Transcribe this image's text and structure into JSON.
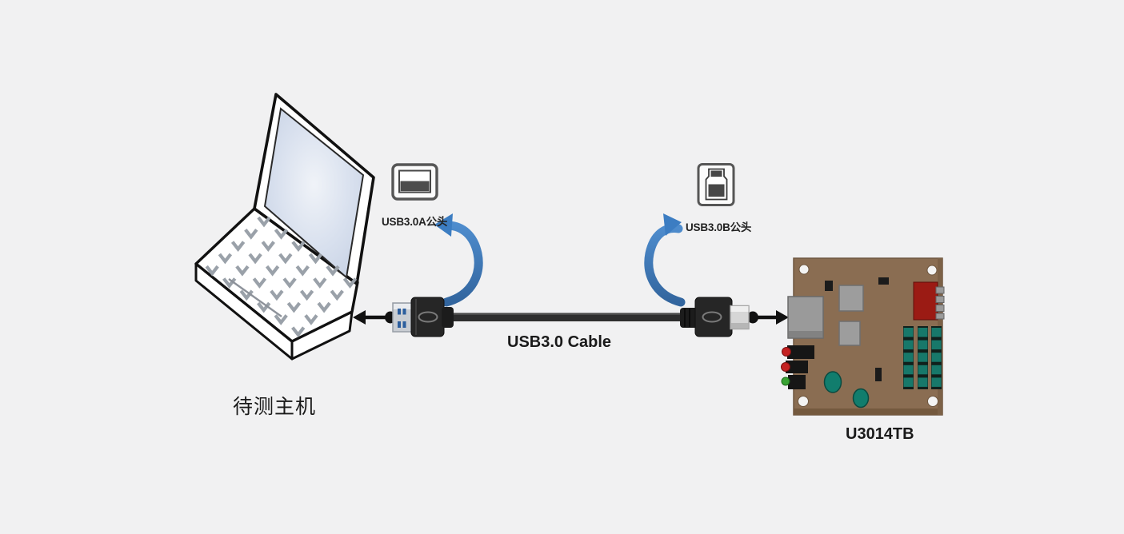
{
  "diagram": {
    "host": {
      "label": "待测主机"
    },
    "cable": {
      "label": "USB3.0 Cable"
    },
    "connector_a": {
      "label": "USB3.0A公头",
      "icon": "usb-a-port-icon"
    },
    "connector_b": {
      "label": "USB3.0B公头",
      "icon": "usb-b-port-icon"
    },
    "board": {
      "label": "U3014TB"
    }
  },
  "colors": {
    "background": "#f1f1f2",
    "arrow_blue": "#3c7dc2",
    "pcb_brown": "#8a6d52",
    "component_red": "#9b1b14",
    "component_teal": "#117d6d",
    "led_red": "#c42222",
    "led_green": "#39a334",
    "cable_black": "#2e2e2e",
    "screen_blue": "#c6d1e4"
  }
}
